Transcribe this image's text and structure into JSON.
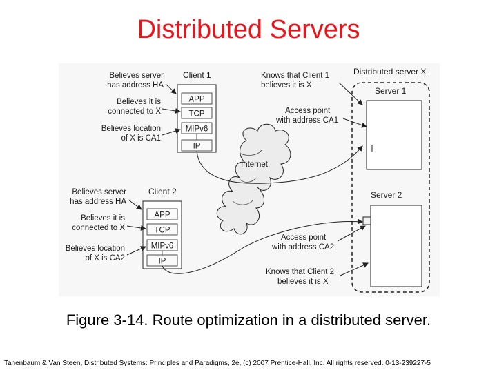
{
  "slide": {
    "title": "Distributed Servers",
    "caption": "Figure 3-14. Route optimization in a distributed server.",
    "footer": "Tanenbaum & Van Steen, Distributed Systems: Principles and Paradigms, 2e, (c) 2007 Prentice-Hall, Inc. All rights reserved. 0-13-239227-5"
  },
  "diagram": {
    "client1": {
      "label": "Client 1",
      "stack": [
        "APP",
        "TCP",
        "MIPv6",
        "IP"
      ],
      "believes_server_lines": [
        "Believes server",
        "has address HA"
      ],
      "believes_connected_lines": [
        "Believes it is",
        "connected to X"
      ],
      "believes_location_lines": [
        "Believes location",
        "of X is CA1"
      ]
    },
    "client2": {
      "label": "Client 2",
      "stack": [
        "APP",
        "TCP",
        "MIPv6",
        "IP"
      ],
      "believes_server_lines": [
        "Believes server",
        "has address HA"
      ],
      "believes_connected_lines": [
        "Believes it is",
        "connected to X"
      ],
      "believes_location_lines": [
        "Believes location",
        "of X is CA2"
      ]
    },
    "internet_label": "Internet",
    "distributed_server_label": "Distributed server X",
    "server1_label": "Server 1",
    "server2_label": "Server 2",
    "knows_client1_lines": [
      "Knows that Client 1",
      "believes it is X"
    ],
    "access_point1_lines": [
      "Access point",
      "with address CA1"
    ],
    "access_point2_lines": [
      "Access point",
      "with address CA2"
    ],
    "knows_client2_lines": [
      "Knows that Client 2",
      "believes it is X"
    ]
  }
}
